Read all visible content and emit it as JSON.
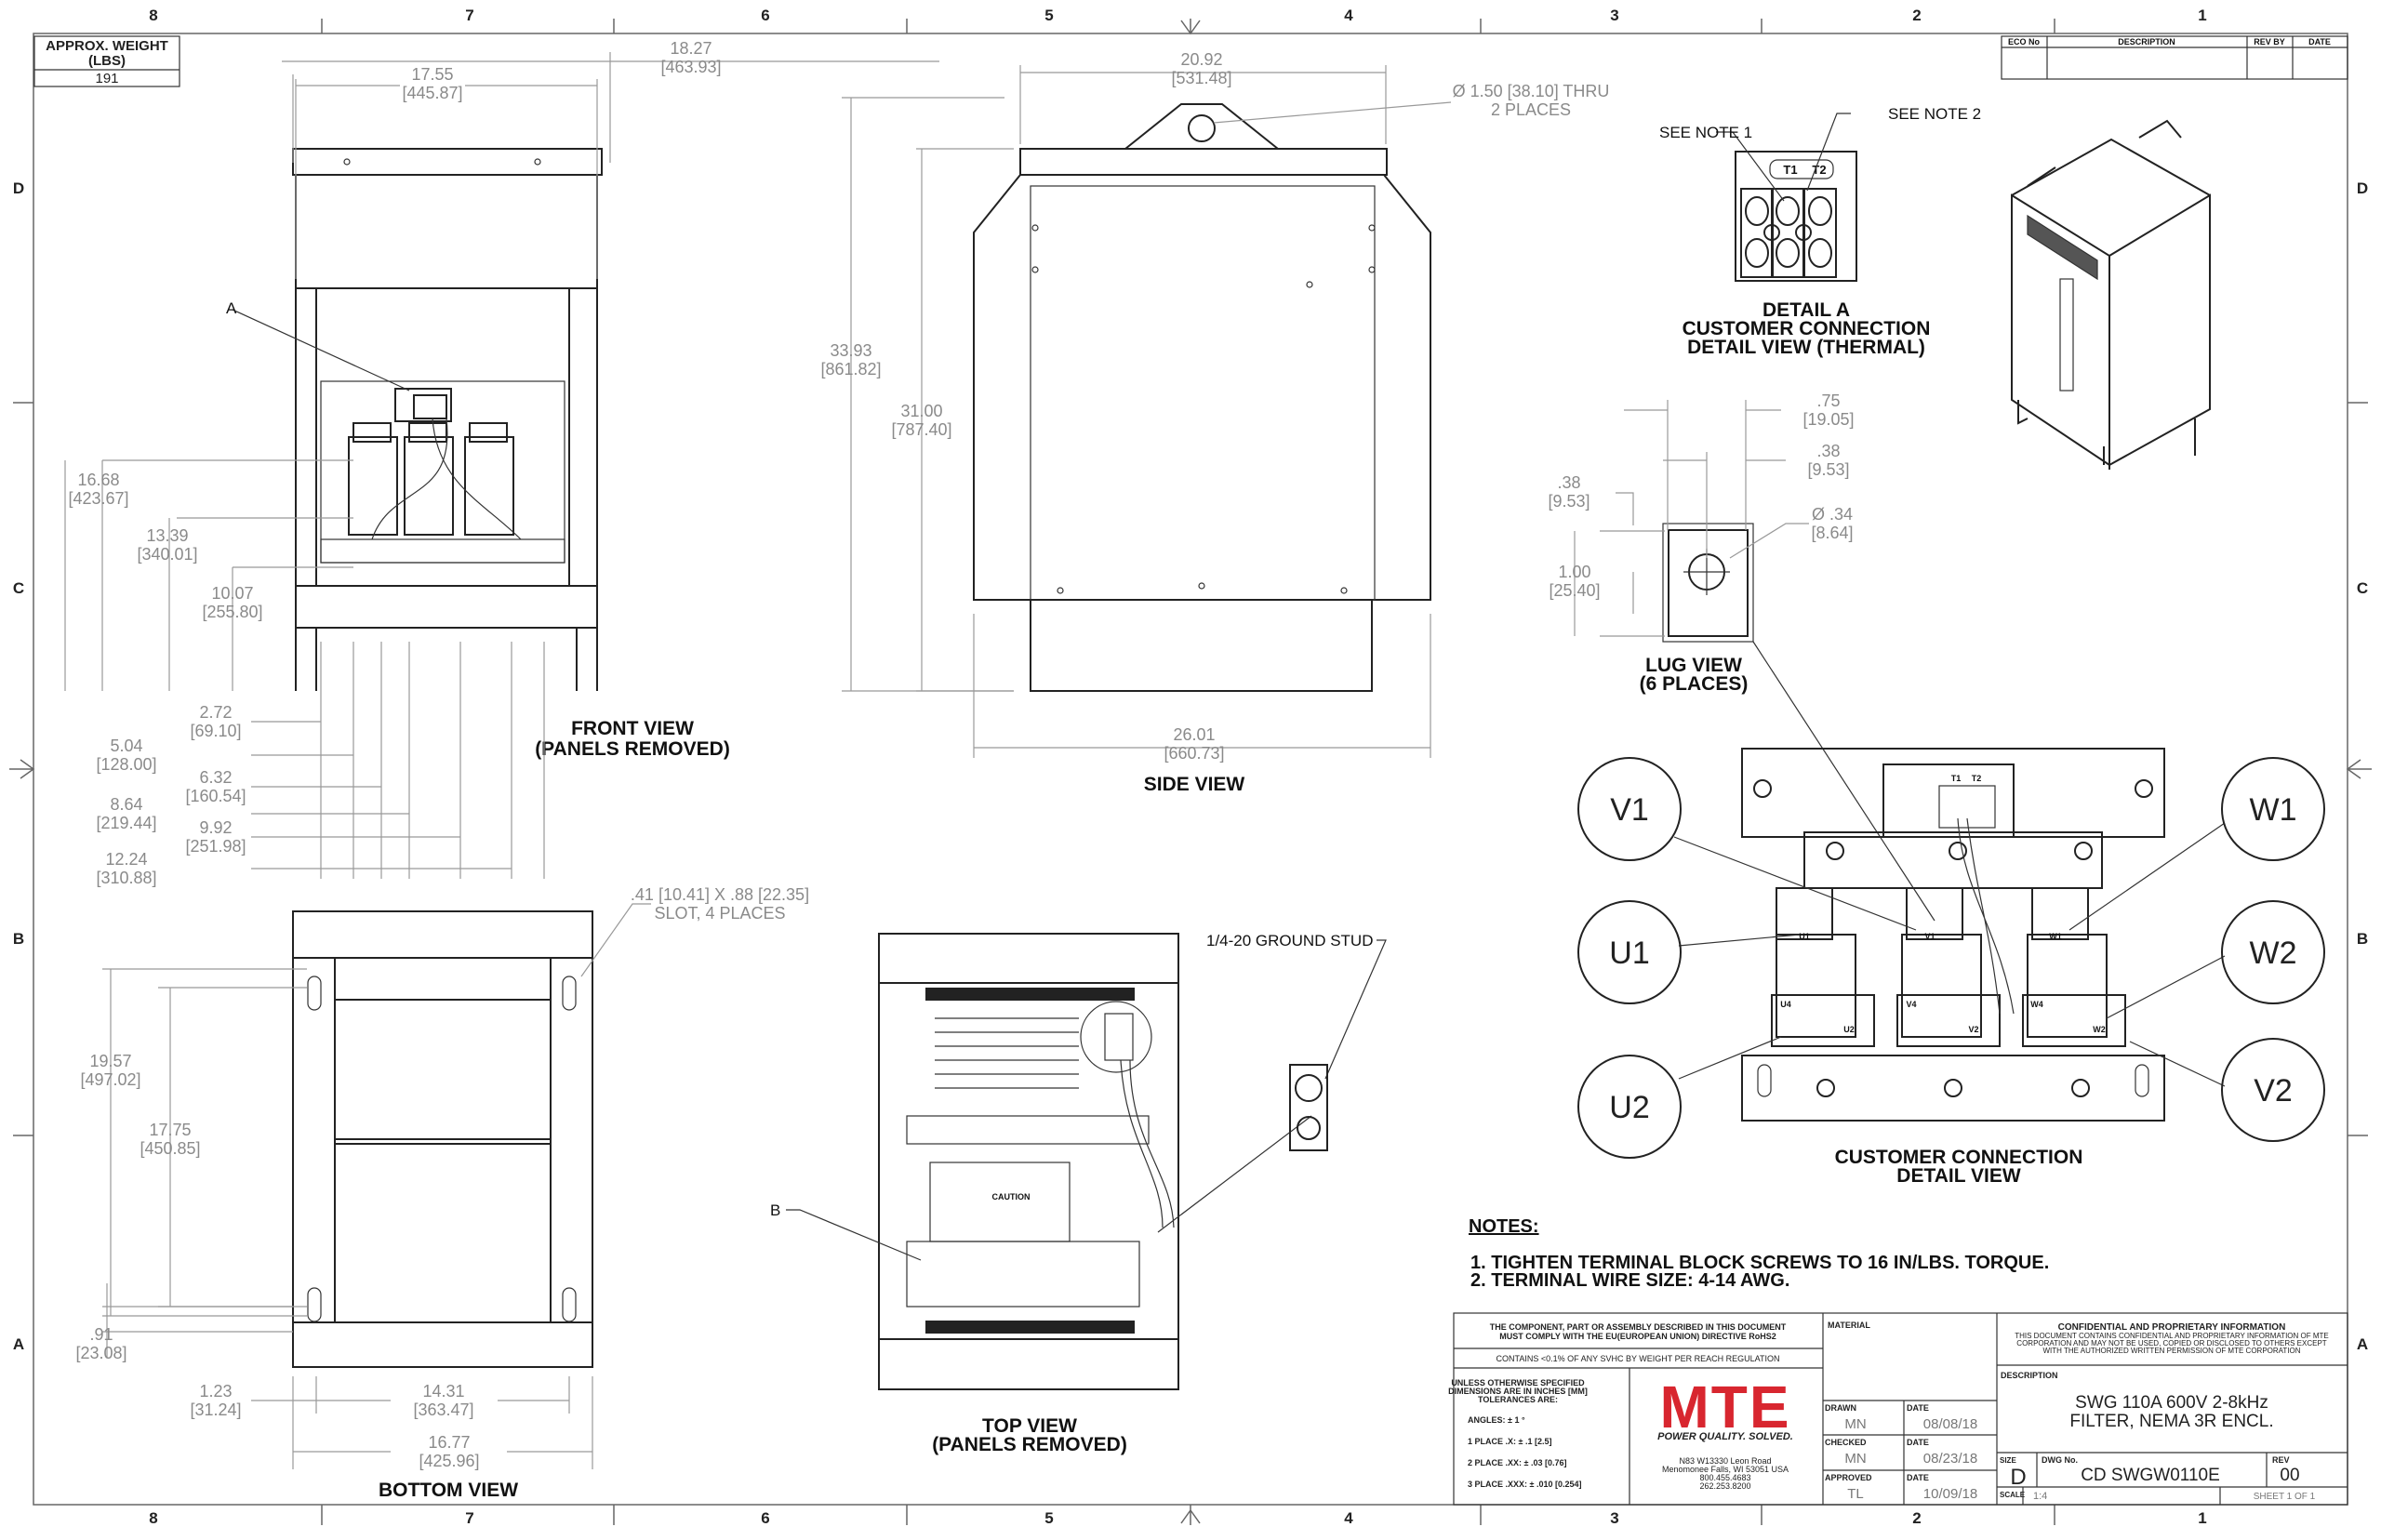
{
  "zones": {
    "columns": [
      "8",
      "7",
      "6",
      "5",
      "4",
      "3",
      "2",
      "1"
    ],
    "rows": [
      "D",
      "C",
      "B",
      "A"
    ]
  },
  "weight_box": {
    "label_line1": "APPROX. WEIGHT",
    "label_line2": "(LBS)",
    "value": "191"
  },
  "eco_table": {
    "headers": [
      "ECO No",
      "DESCRIPTION",
      "REV BY",
      "DATE"
    ]
  },
  "front_view": {
    "title_line1": "FRONT VIEW",
    "title_line2": "(PANELS REMOVED)",
    "detail_callout": "A",
    "dims": [
      {
        "in": "18.27",
        "mm": "[463.93]"
      },
      {
        "in": "17.55",
        "mm": "[445.87]"
      },
      {
        "in": "16.68",
        "mm": "[423.67]"
      },
      {
        "in": "13.39",
        "mm": "[340.01]"
      },
      {
        "in": "10.07",
        "mm": "[255.80]"
      },
      {
        "in": "2.72",
        "mm": "[69.10]"
      },
      {
        "in": "5.04",
        "mm": "[128.00]"
      },
      {
        "in": "6.32",
        "mm": "[160.54]"
      },
      {
        "in": "8.64",
        "mm": "[219.44]"
      },
      {
        "in": "9.92",
        "mm": "[251.98]"
      },
      {
        "in": "12.24",
        "mm": "[310.88]"
      }
    ]
  },
  "side_view": {
    "title": "SIDE VIEW",
    "hole_note_line1": "Ø 1.50 [38.10] THRU",
    "hole_note_line2": "2 PLACES",
    "dims": [
      {
        "in": "20.92",
        "mm": "[531.48]"
      },
      {
        "in": "33.93",
        "mm": "[861.82]"
      },
      {
        "in": "31.00",
        "mm": "[787.40]"
      },
      {
        "in": "26.01",
        "mm": "[660.73]"
      }
    ]
  },
  "detail_a": {
    "see_note_1": "SEE NOTE 1",
    "see_note_2": "SEE NOTE 2",
    "t1": "T1",
    "t2": "T2",
    "title_line1": "DETAIL A",
    "title_line2": "CUSTOMER CONNECTION",
    "title_line3": "DETAIL VIEW (THERMAL)"
  },
  "lug_view": {
    "title_line1": "LUG VIEW",
    "title_line2": "(6 PLACES)",
    "dims": [
      {
        "in": ".75",
        "mm": "[19.05]"
      },
      {
        "in": ".38",
        "mm": "[9.53]"
      },
      {
        "in": ".38",
        "mm": "[9.53]"
      },
      {
        "in": "Ø .34",
        "mm": "[8.64]"
      },
      {
        "in": "1.00",
        "mm": "[25.40]"
      }
    ]
  },
  "customer_connection": {
    "title_line1": "CUSTOMER CONNECTION",
    "title_line2": "DETAIL VIEW",
    "tags": [
      "V1",
      "U1",
      "U2",
      "W1",
      "W2",
      "V2"
    ],
    "lug_labels": [
      "U1",
      "V1",
      "W1",
      "U4",
      "U2",
      "V4",
      "V2",
      "W4",
      "W2"
    ],
    "terminal_labels": [
      "T1",
      "T2"
    ]
  },
  "bottom_view": {
    "title": "BOTTOM VIEW",
    "slot_note_line1": ".41 [10.41] X .88 [22.35]",
    "slot_note_line2": "SLOT, 4 PLACES",
    "dims": [
      {
        "in": "19.57",
        "mm": "[497.02]"
      },
      {
        "in": "17.75",
        "mm": "[450.85]"
      },
      {
        "in": ".91",
        "mm": "[23.08]"
      },
      {
        "in": "1.23",
        "mm": "[31.24]"
      },
      {
        "in": "14.31",
        "mm": "[363.47]"
      },
      {
        "in": "16.77",
        "mm": "[425.96]"
      }
    ]
  },
  "top_view": {
    "title_line1": "TOP VIEW",
    "title_line2": "(PANELS REMOVED)",
    "callout": "B",
    "ground_stud": "1/4-20 GROUND STUD",
    "caution_label": "CAUTION"
  },
  "notes": {
    "heading": "NOTES:",
    "items": [
      "1.  TIGHTEN TERMINAL BLOCK SCREWS TO 16 IN/LBS. TORQUE.",
      "2.  TERMINAL WIRE SIZE: 4-14 AWG."
    ]
  },
  "title_block": {
    "rohs_line1": "THE COMPONENT, PART OR ASSEMBLY DESCRIBED IN THIS DOCUMENT",
    "rohs_line2": "MUST COMPLY WITH THE EU(EUROPEAN UNION) DIRECTIVE RoHS2",
    "reach": "CONTAINS <0.1% OF ANY SVHC BY WEIGHT PER REACH REGULATION",
    "tol_line1": "UNLESS OTHERWISE SPECIFIED",
    "tol_line2": "DIMENSIONS ARE IN INCHES [MM]",
    "tol_line3": "TOLERANCES ARE:",
    "angles": "ANGLES: ± 1 °",
    "place1": "1 PLACE .X: ± .1 [2.5]",
    "place2": "2 PLACE .XX: ± .03 [0.76]",
    "place3": "3 PLACE .XXX: ± .010 [0.254]",
    "logo": "MTE",
    "tagline": "POWER QUALITY. SOLVED.",
    "address_line1": "N83 W13330 Leon Road",
    "address_line2": "Menomonee Falls, WI 53051 USA",
    "phone1": "800.455.4683",
    "phone2": "262.253.8200",
    "material_label": "MATERIAL",
    "drawn_label": "DRAWN",
    "drawn_by": "MN",
    "drawn_date_label": "DATE",
    "drawn_date": "08/08/18",
    "checked_label": "CHECKED",
    "checked_by": "MN",
    "checked_date_label": "DATE",
    "checked_date": "08/23/18",
    "approved_label": "APPROVED",
    "approved_by": "TL",
    "approved_date_label": "DATE",
    "approved_date": "10/09/18",
    "conf_title": "CONFIDENTIAL AND PROPRIETARY INFORMATION",
    "conf_line1": "THIS DOCUMENT CONTAINS CONFIDENTIAL AND PROPRIETARY INFORMATION OF MTE",
    "conf_line2": "CORPORATION AND MAY NOT BE USED, COPIED OR DISCLOSED TO OTHERS EXCEPT",
    "conf_line3": "WITH THE AUTHORIZED WRITTEN PERMISSION OF MTE CORPORATION",
    "description_label": "DESCRIPTION",
    "description_line1": "SWG 110A 600V 2-8kHz",
    "description_line2": "FILTER, NEMA 3R ENCL.",
    "size_label": "SIZE",
    "size": "D",
    "dwg_label": "DWG No.",
    "dwg_no": "CD SWGW0110E",
    "rev_label": "REV",
    "rev": "00",
    "scale_label": "SCALE",
    "scale": "1:4",
    "sheet": "SHEET 1  OF 1"
  },
  "colors": {
    "brand_red": "#d8262f",
    "dimension_gray": "#8a8a8a",
    "line": "#222222"
  }
}
